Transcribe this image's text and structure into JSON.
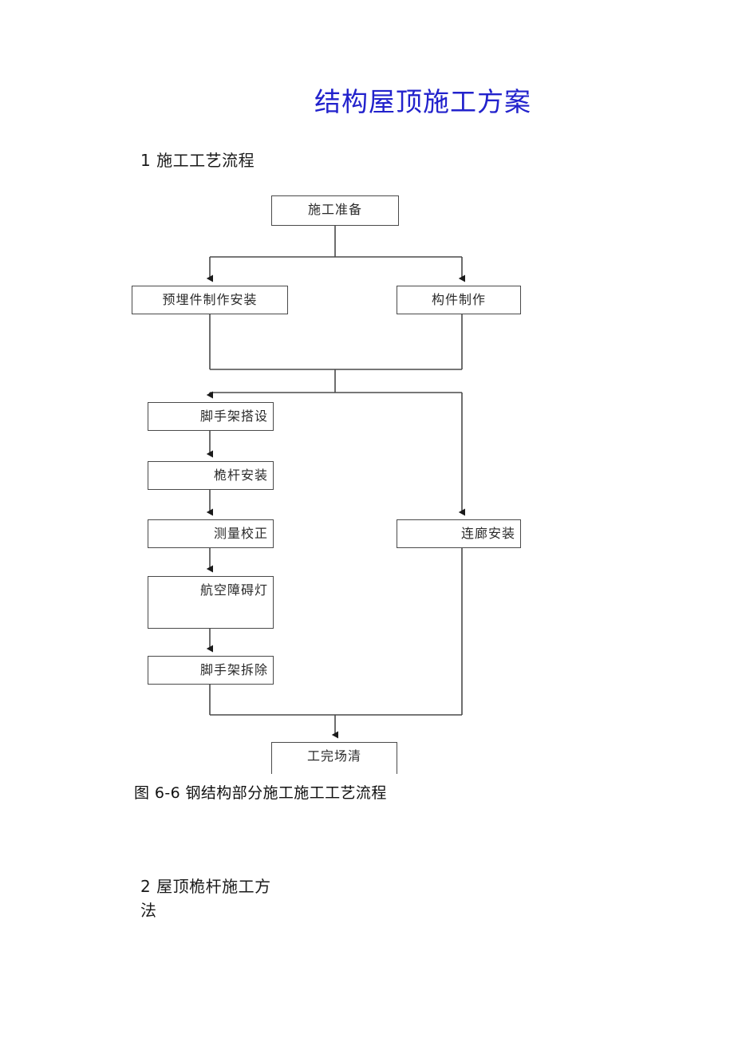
{
  "document": {
    "title": "结构屋顶施工方案",
    "title_color": "#2222CC",
    "page_background": "#FFFFFF"
  },
  "headings": [
    {
      "id": "heading-1",
      "text": "1 施工工艺流程"
    },
    {
      "id": "heading-2",
      "text": "2 屋顶桅杆施工方法"
    }
  ],
  "figure": {
    "caption": "图 6-6 钢结构部分施工施工工艺流程",
    "line_color": "#4A4A4A",
    "text_color": "#2B2B2B"
  },
  "flowchart": {
    "nodes": {
      "prep": {
        "label": "施工准备"
      },
      "embed": {
        "label": "预埋件制作安装"
      },
      "member": {
        "label": "构件制作"
      },
      "scaffold": {
        "label": "脚手架搭设"
      },
      "mast": {
        "label": "桅杆安装"
      },
      "survey": {
        "label": "测量校正"
      },
      "avlight": {
        "label": "航空障碍灯"
      },
      "dismantle": {
        "label": "脚手架拆除"
      },
      "corridor": {
        "label": "连廊安装"
      },
      "finish": {
        "label": "工完场清"
      }
    },
    "edges": [
      {
        "from": "prep",
        "to": "embed"
      },
      {
        "from": "prep",
        "to": "member"
      },
      {
        "from": "embed",
        "to": "scaffold"
      },
      {
        "from": "member",
        "to": "scaffold"
      },
      {
        "from": "member",
        "to": "corridor"
      },
      {
        "from": "scaffold",
        "to": "mast"
      },
      {
        "from": "mast",
        "to": "survey"
      },
      {
        "from": "survey",
        "to": "avlight"
      },
      {
        "from": "avlight",
        "to": "dismantle"
      },
      {
        "from": "dismantle",
        "to": "finish"
      },
      {
        "from": "corridor",
        "to": "finish"
      }
    ]
  }
}
